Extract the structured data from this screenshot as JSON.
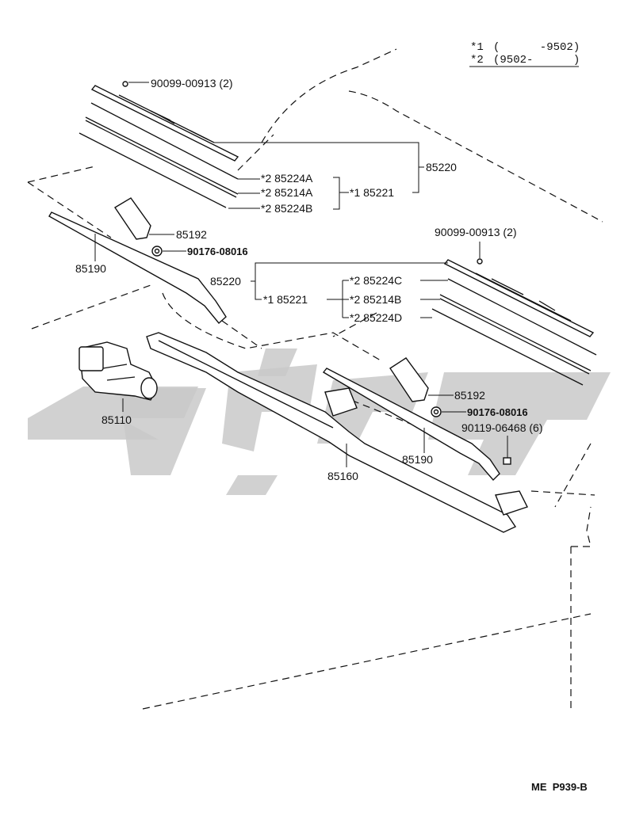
{
  "legend": {
    "row1_mark": "*1",
    "row1_range": "(      -9502)",
    "row2_mark": "*2",
    "row2_range": "(9502-      )"
  },
  "left_blade": {
    "screw": "90099-00913 (2)",
    "refill_a": "*2  85224A",
    "rubber_a": "*2  85214A",
    "refill_b": "*2  85224B",
    "insert_assy": "*1  85221",
    "blade_assy": "85220"
  },
  "left_arm": {
    "cap": "85192",
    "nut": "90176-08016",
    "arm": "85190"
  },
  "right_blade": {
    "screw": "90099-00913 (2)",
    "blade_assy": "85220",
    "insert_assy": "*1  85221",
    "refill_c": "*2  85224C",
    "rubber_b": "*2  85214B",
    "refill_d": "*2  85224D"
  },
  "right_arm": {
    "cap": "85192",
    "nut": "90176-08016",
    "bolt": "90119-06468 (6)",
    "arm": "85190"
  },
  "motor": "85110",
  "link": "85160",
  "page_ref": "ME  P939-B",
  "watermark_color": "#c9c9c9"
}
